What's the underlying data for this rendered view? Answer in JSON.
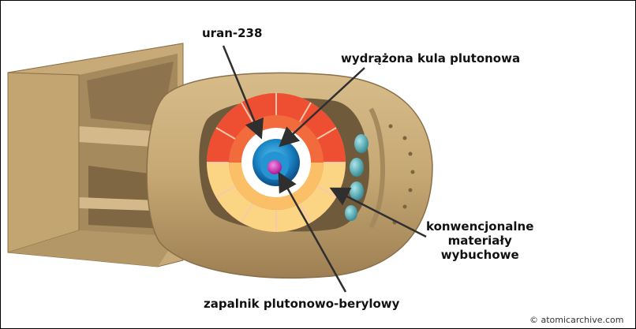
{
  "labels": {
    "uranium": "uran-238",
    "hollow_sphere": "wydrążona kula plutonowa",
    "explosives_line1": "konwencjonalne",
    "explosives_line2": "materiały",
    "explosives_line3": "wybuchowe",
    "initiator": "zapalnik plutonowo-berylowy"
  },
  "credit": "© atomicarchive.com",
  "colors": {
    "casing": "#c9ac7a",
    "casing_dark": "#8f744c",
    "explosive_red": "#ee4f33",
    "explosive_orange": "#f7a14a",
    "explosive_yellow": "#fbd484",
    "uranium": "#ffffff",
    "plutonium": "#1679b4",
    "initiator": "#d43cbe",
    "detonator": "#6fc0c8"
  }
}
